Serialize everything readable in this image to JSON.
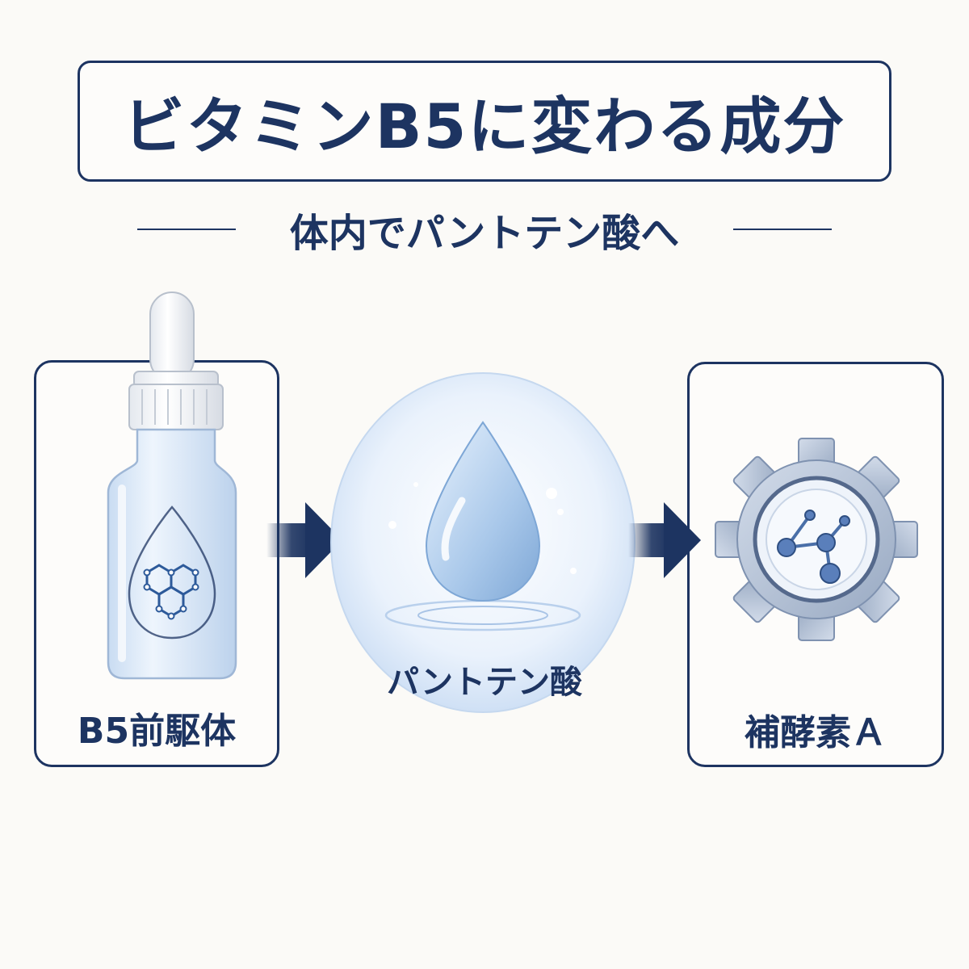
{
  "header": {
    "title": "ビタミンB5に変わる成分",
    "subtitle": "体内でパントテン酸へ"
  },
  "steps": [
    {
      "label": "B5前駆体",
      "icon": "dropper-bottle-icon"
    },
    {
      "label": "パントテン酸",
      "icon": "water-drop-icon"
    },
    {
      "label": "補酵素Ａ",
      "icon": "gear-molecule-icon"
    }
  ],
  "colors": {
    "navy": "#1d3461",
    "light_blue": "#cfe0f5",
    "gear_gray": "#b9c6d8"
  }
}
